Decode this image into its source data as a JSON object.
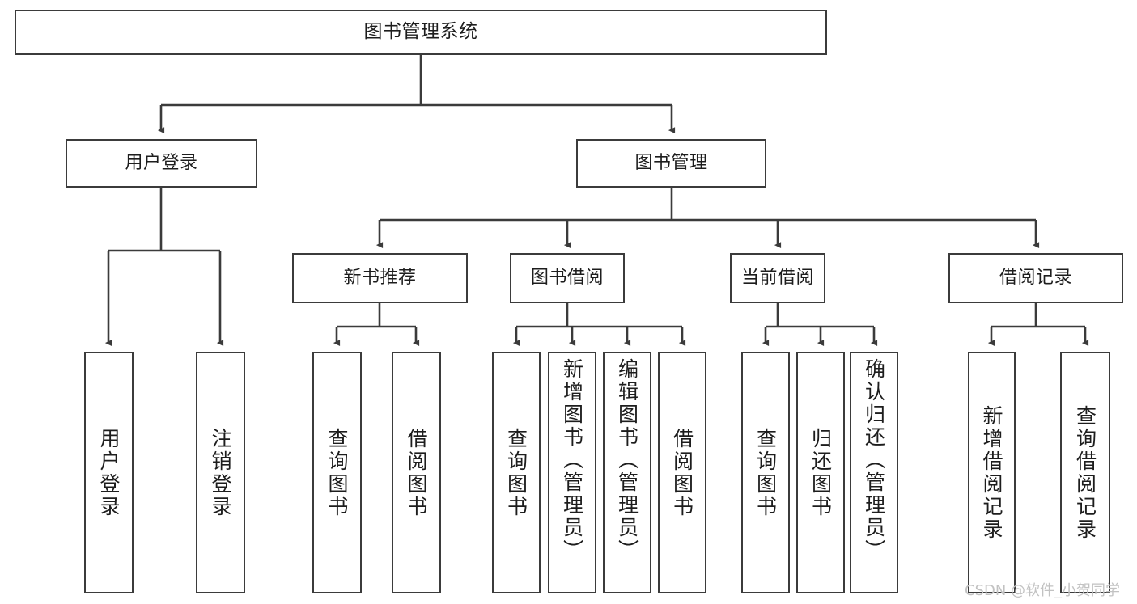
{
  "diagram": {
    "title": "图书管理系统",
    "watermark": "CSDN @软件_小贺同学",
    "line_color": "#3b3b3b",
    "box_fill": "#ffffff",
    "text_color": "#1d1d1d",
    "watermark_color": "#c2c2c2"
  },
  "nodes": {
    "root": {
      "label": "图书管理系统"
    },
    "level2": [
      {
        "label": "用户登录"
      },
      {
        "label": "图书管理"
      }
    ],
    "level3": [
      {
        "label": "新书推荐"
      },
      {
        "label": "图书借阅"
      },
      {
        "label": "当前借阅"
      },
      {
        "label": "借阅记录"
      }
    ],
    "leaves_user_login": [
      {
        "label": "用户登录"
      },
      {
        "label": "注销登录"
      }
    ],
    "leaves_new_book": [
      {
        "label": "查询图书"
      },
      {
        "label": "借阅图书"
      }
    ],
    "leaves_borrow": [
      {
        "label": "查询图书"
      },
      {
        "label": "新增图书（管理员）"
      },
      {
        "label": "编辑图书（管理员）"
      },
      {
        "label": "借阅图书"
      }
    ],
    "leaves_current": [
      {
        "label": "查询图书"
      },
      {
        "label": "归还图书"
      },
      {
        "label": "确认归还（管理员）"
      }
    ],
    "leaves_records": [
      {
        "label": "新增借阅记录"
      },
      {
        "label": "查询借阅记录"
      }
    ]
  }
}
